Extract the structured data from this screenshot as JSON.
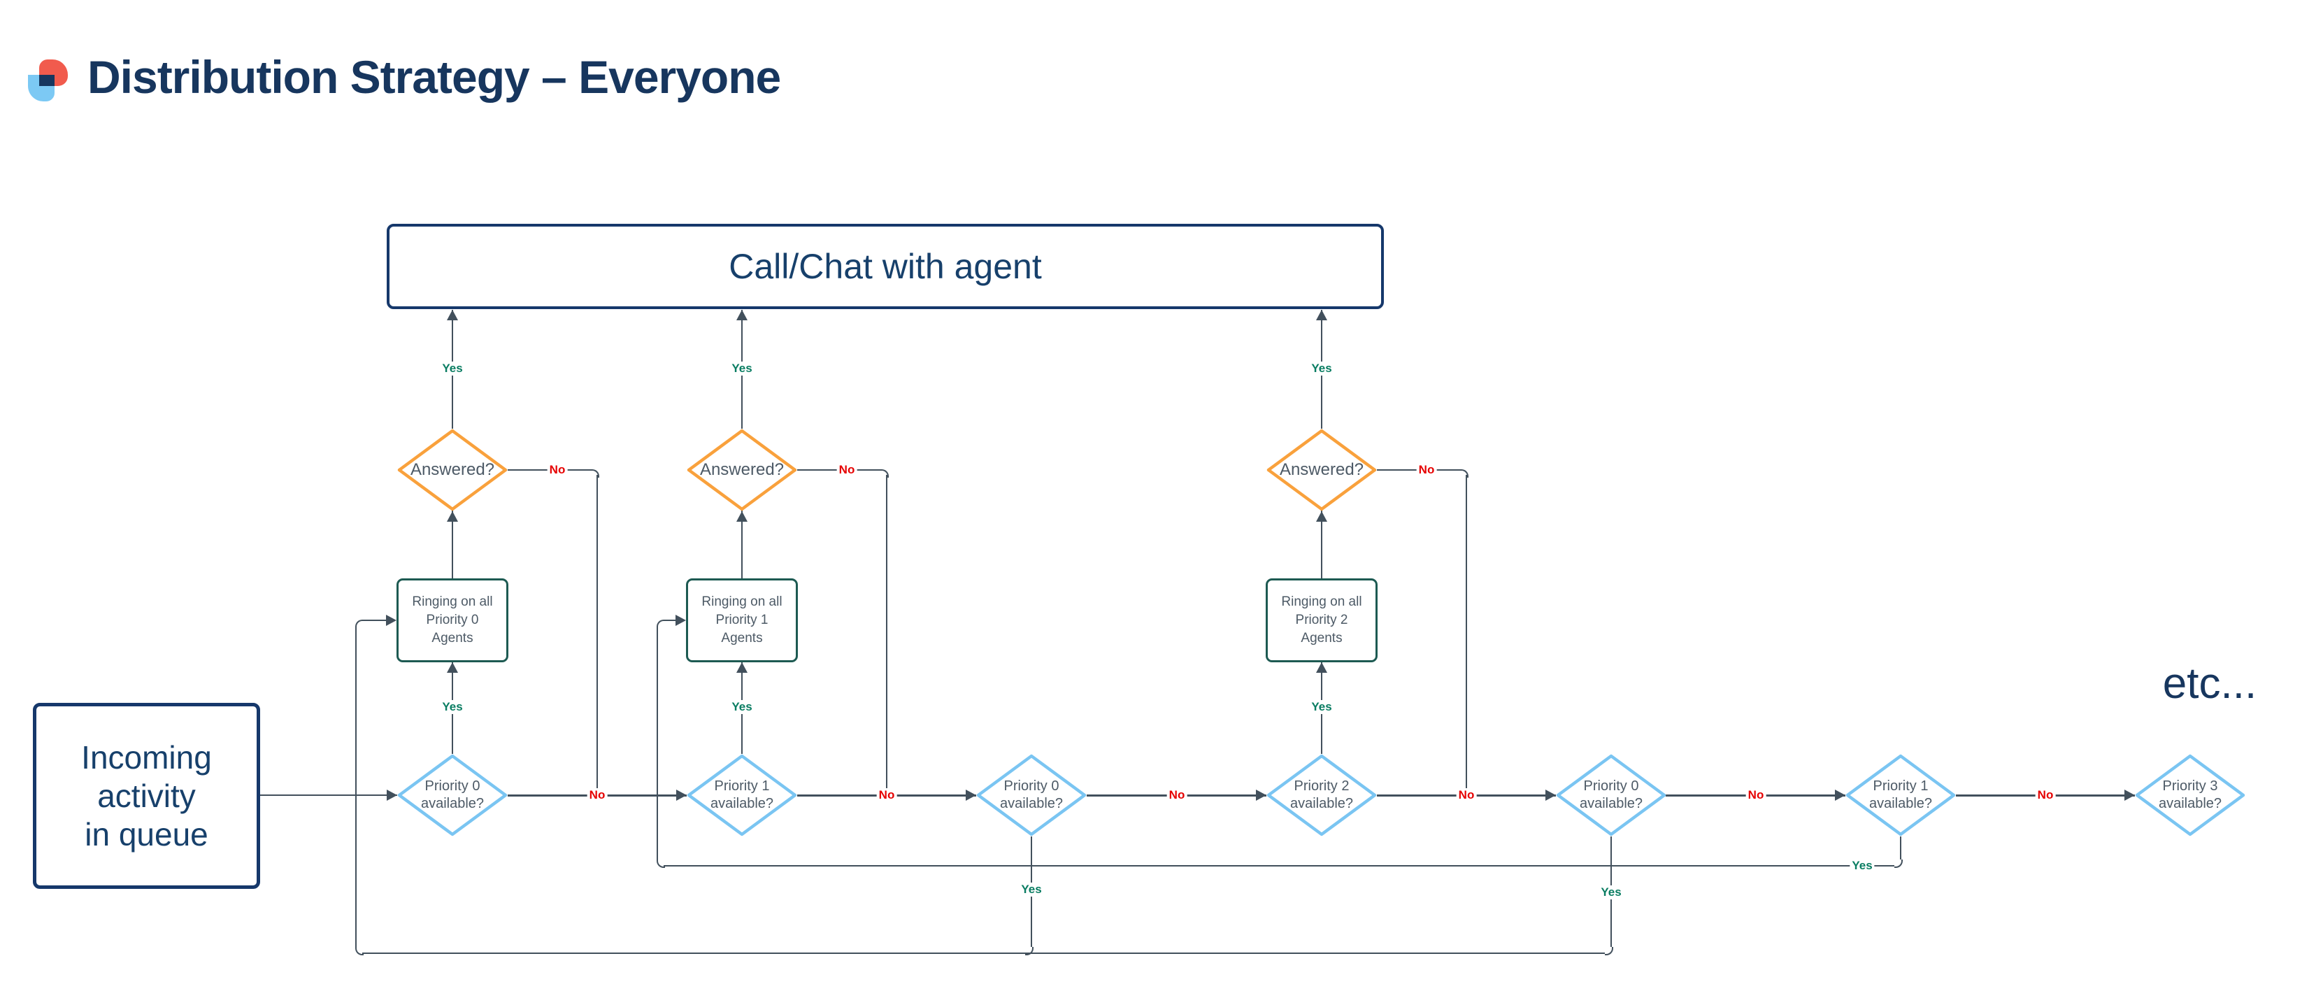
{
  "header": {
    "title": "Distribution Strategy – Everyone"
  },
  "palette": {
    "navy": "#16386B",
    "navy_text": "#17406B",
    "title_navy": "#17365E",
    "orange_diamond_border": "#F9A13C",
    "blue_diamond_border": "#7AC5F2",
    "teal_box_border": "#1D5A52",
    "yes_green": "#0A7D62",
    "no_red": "#E60000",
    "connector_slate": "#42505C",
    "shape_text_gray": "#4D5A66",
    "logo_red": "#F15B4D",
    "logo_blue": "#7CC9F4"
  },
  "nodes": {
    "call_chat": {
      "label": "Call/Chat with agent"
    },
    "incoming": {
      "lines": [
        "Incoming",
        "activity",
        "in queue"
      ]
    },
    "etc": {
      "label": "etc..."
    },
    "answered": [
      {
        "label": "Answered?"
      },
      {
        "label": "Answered?"
      },
      {
        "label": "Answered?"
      }
    ],
    "ringing": [
      {
        "lines": [
          "Ringing on all",
          "Priority 0",
          "Agents"
        ]
      },
      {
        "lines": [
          "Ringing on all",
          "Priority 1",
          "Agents"
        ]
      },
      {
        "lines": [
          "Ringing on all",
          "Priority 2",
          "Agents"
        ]
      }
    ],
    "priority": [
      {
        "line1": "Priority 0",
        "line2": "available?"
      },
      {
        "line1": "Priority 1",
        "line2": "available?"
      },
      {
        "line1": "Priority 0",
        "line2": "available?"
      },
      {
        "line1": "Priority 2",
        "line2": "available?"
      },
      {
        "line1": "Priority 0",
        "line2": "available?"
      },
      {
        "line1": "Priority 1",
        "line2": "available?"
      },
      {
        "line1": "Priority 3",
        "line2": "available?"
      }
    ]
  },
  "edge_labels": {
    "yes": "Yes",
    "no": "No"
  }
}
